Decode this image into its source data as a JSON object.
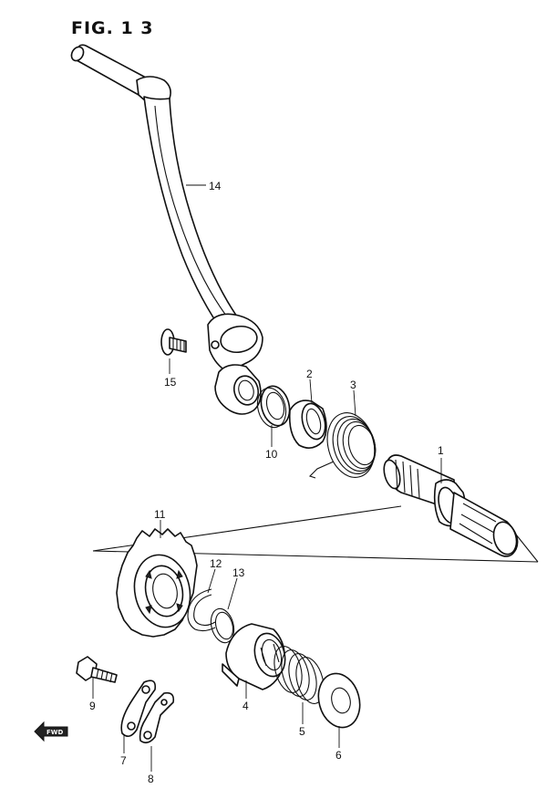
{
  "figure": {
    "title": "FIG. 1 3"
  },
  "callouts": [
    {
      "id": "1",
      "label": "1"
    },
    {
      "id": "2",
      "label": "2"
    },
    {
      "id": "3",
      "label": "3"
    },
    {
      "id": "4",
      "label": "4"
    },
    {
      "id": "5",
      "label": "5"
    },
    {
      "id": "6",
      "label": "6"
    },
    {
      "id": "7",
      "label": "7"
    },
    {
      "id": "8",
      "label": "8"
    },
    {
      "id": "9",
      "label": "9"
    },
    {
      "id": "10",
      "label": "10"
    },
    {
      "id": "11",
      "label": "11"
    },
    {
      "id": "12",
      "label": "12"
    },
    {
      "id": "13",
      "label": "13"
    },
    {
      "id": "14",
      "label": "14"
    },
    {
      "id": "15",
      "label": "15"
    }
  ],
  "direction_badge": {
    "label": "FWD"
  }
}
